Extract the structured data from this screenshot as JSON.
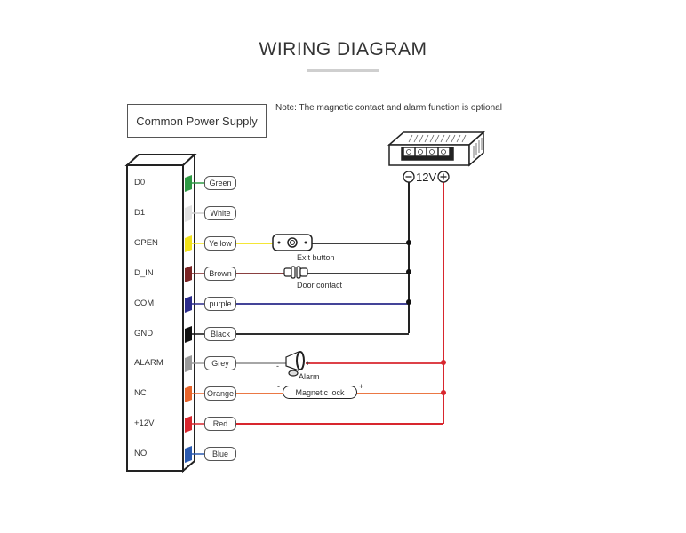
{
  "title": "WIRING DIAGRAM",
  "power_supply_box": "Common Power Supply",
  "note": "Note: The magnetic contact and alarm function is optional",
  "power_supply": {
    "label": "12V",
    "negative": "−",
    "positive": "+"
  },
  "pins": [
    {
      "pin": "D0",
      "wire": "Green",
      "color": "#2e9a44"
    },
    {
      "pin": "D1",
      "wire": "White",
      "color": "#e2e2e2"
    },
    {
      "pin": "OPEN",
      "wire": "Yellow",
      "color": "#f2e21a"
    },
    {
      "pin": "D_IN",
      "wire": "Brown",
      "color": "#7a2424"
    },
    {
      "pin": "COM",
      "wire": "purple",
      "color": "#2a2a8a"
    },
    {
      "pin": "GND",
      "wire": "Black",
      "color": "#111111"
    },
    {
      "pin": "ALARM",
      "wire": "Grey",
      "color": "#9a9a9a"
    },
    {
      "pin": "NC",
      "wire": "Orange",
      "color": "#e8642a"
    },
    {
      "pin": "+12V",
      "wire": "Red",
      "color": "#d8262e"
    },
    {
      "pin": "NO",
      "wire": "Blue",
      "color": "#2a5ab0"
    }
  ],
  "components": {
    "exit_button": "Exit button",
    "door_contact": "Door contact",
    "alarm": "Alarm",
    "magnetic_lock": "Magnetic lock",
    "minus": "-",
    "plus": "+"
  }
}
